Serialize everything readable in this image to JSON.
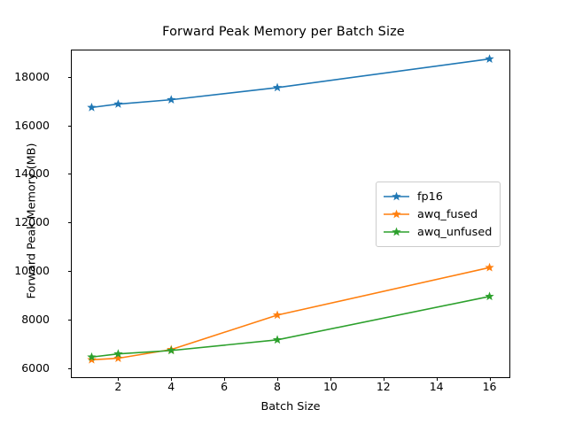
{
  "chart_data": {
    "type": "line",
    "title": "Forward Peak Memory per Batch Size",
    "xlabel": "Batch Size",
    "ylabel": "Forward Peak Memory (MB)",
    "x": [
      1,
      2,
      4,
      8,
      16
    ],
    "xlim": [
      0.25,
      16.75
    ],
    "ylim": [
      5620,
      19090
    ],
    "xticks": [
      2,
      4,
      6,
      8,
      10,
      12,
      14,
      16
    ],
    "xtick_labels": [
      "2",
      "4",
      "6",
      "8",
      "10",
      "12",
      "14",
      "16"
    ],
    "yticks": [
      6000,
      8000,
      10000,
      12000,
      14000,
      16000,
      18000
    ],
    "ytick_labels": [
      "6000",
      "8000",
      "10000",
      "12000",
      "14000",
      "16000",
      "18000"
    ],
    "grid": false,
    "marker": "star",
    "legend_position": "center right",
    "series": [
      {
        "name": "fp16",
        "color": "#1f77b4",
        "values": [
          16740,
          16880,
          17060,
          17560,
          18740
        ]
      },
      {
        "name": "awq_fused",
        "color": "#ff7f0e",
        "values": [
          6340,
          6400,
          6760,
          8180,
          10140
        ]
      },
      {
        "name": "awq_unfused",
        "color": "#2ca02c",
        "values": [
          6450,
          6580,
          6720,
          7160,
          8950
        ]
      }
    ]
  },
  "legend": {
    "entries": [
      {
        "label": "fp16"
      },
      {
        "label": "awq_fused"
      },
      {
        "label": "awq_unfused"
      }
    ]
  }
}
